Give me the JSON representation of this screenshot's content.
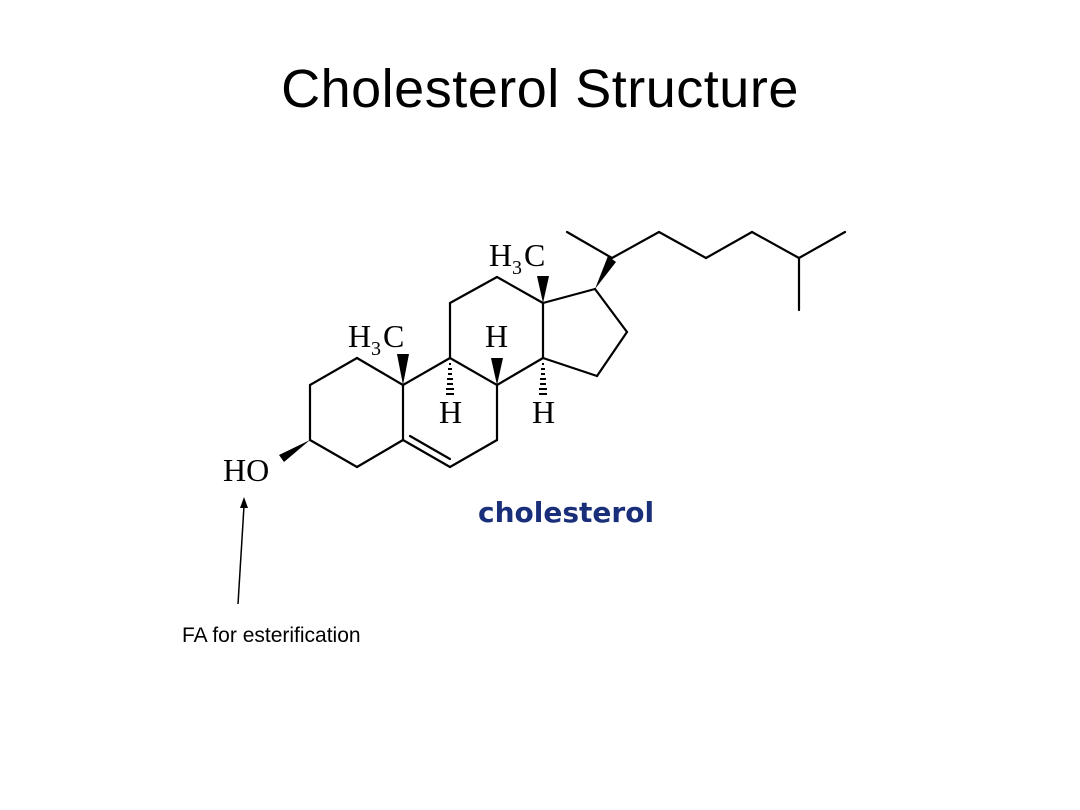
{
  "slide": {
    "title": "Cholesterol Structure"
  },
  "structure": {
    "compound_name": "cholesterol",
    "compound_name_color": "#1a2f7a",
    "labels": {
      "hydroxyl": "HO",
      "methyl_c19_H": "H",
      "methyl_c19_sub": "3",
      "methyl_c19_C": "C",
      "methyl_c18_H": "H",
      "methyl_c18_sub": "3",
      "methyl_c18_C": "C",
      "h_c8": "H",
      "h_c9": "H",
      "h_c14": "H"
    }
  },
  "annotation": {
    "text": "FA for esterification"
  }
}
